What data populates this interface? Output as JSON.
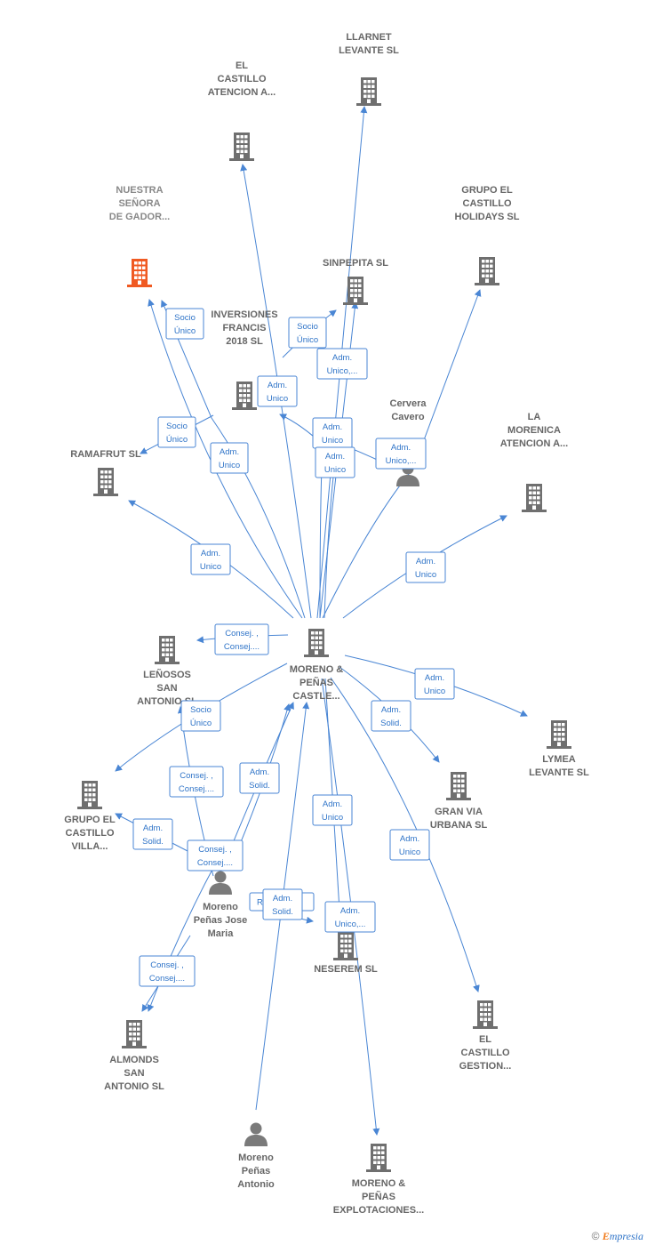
{
  "colors": {
    "building": "#6f6f6f",
    "building_highlight": "#f05a22",
    "person": "#7a7a7a",
    "edge": "#4a86d4",
    "tag_text": "#2f74c8"
  },
  "nodes": [
    {
      "id": "moreno_castle",
      "type": "company",
      "label": [
        "MORENO &",
        "PEÑAS",
        "CASTLE..."
      ]
    },
    {
      "id": "llarnet",
      "type": "company",
      "label": [
        "LLARNET",
        "LEVANTE  SL"
      ]
    },
    {
      "id": "el_castillo_atencion",
      "type": "company",
      "label": [
        "EL",
        "CASTILLO",
        "ATENCION A..."
      ]
    },
    {
      "id": "nuestra",
      "type": "company",
      "highlight": true,
      "label": [
        "NUESTRA",
        "SEÑORA",
        "DE GADOR..."
      ]
    },
    {
      "id": "grupo_holidays",
      "type": "company",
      "label": [
        "GRUPO EL",
        "CASTILLO",
        "HOLIDAYS  SL"
      ]
    },
    {
      "id": "sinpepita",
      "type": "company",
      "label": [
        "SINPEPITA  SL"
      ]
    },
    {
      "id": "inversiones",
      "type": "company",
      "label": [
        "INVERSIONES",
        "FRANCIS",
        "2018  SL"
      ]
    },
    {
      "id": "cervera",
      "type": "person",
      "label": [
        "Cervera",
        "Cavero"
      ]
    },
    {
      "id": "ramafrut",
      "type": "company",
      "label": [
        "RAMAFRUT SL"
      ]
    },
    {
      "id": "la_morenica",
      "type": "company",
      "label": [
        "LA",
        "MORENICA",
        "ATENCION A..."
      ]
    },
    {
      "id": "lenosos",
      "type": "company",
      "label": [
        "LEÑOSOS",
        "SAN",
        "ANTONIO  SL"
      ]
    },
    {
      "id": "lymea",
      "type": "company",
      "label": [
        "LYMEA",
        "LEVANTE  SL"
      ]
    },
    {
      "id": "grupo_villa",
      "type": "company",
      "label": [
        "GRUPO EL",
        "CASTILLO",
        "VILLA..."
      ]
    },
    {
      "id": "gran_via",
      "type": "company",
      "label": [
        "GRAN VIA",
        "URBANA  SL"
      ]
    },
    {
      "id": "moreno_jose",
      "type": "person",
      "label": [
        "Moreno",
        "Peñas Jose",
        "Maria"
      ]
    },
    {
      "id": "neserem",
      "type": "company",
      "label": [
        "NESEREM SL"
      ]
    },
    {
      "id": "almonds",
      "type": "company",
      "label": [
        "ALMONDS",
        "SAN",
        "ANTONIO  SL"
      ]
    },
    {
      "id": "el_castillo_gestion",
      "type": "company",
      "label": [
        "EL",
        "CASTILLO",
        "GESTION..."
      ]
    },
    {
      "id": "moreno_antonio",
      "type": "person",
      "label": [
        "Moreno",
        "Peñas",
        "Antonio"
      ]
    },
    {
      "id": "moreno_explotaciones",
      "type": "company",
      "label": [
        "MORENO &",
        "PEÑAS",
        "EXPLOTACIONES..."
      ]
    }
  ],
  "tags": [
    {
      "lines": [
        "Socio",
        "Único"
      ]
    },
    {
      "lines": [
        "Socio",
        "Único"
      ]
    },
    {
      "lines": [
        "Adm.",
        "Unico,..."
      ]
    },
    {
      "lines": [
        "Adm.",
        "Unico"
      ]
    },
    {
      "lines": [
        "Socio",
        "Único"
      ]
    },
    {
      "lines": [
        "Adm.",
        "Unico"
      ]
    },
    {
      "lines": [
        "Adm.",
        "Unico"
      ]
    },
    {
      "lines": [
        "Adm.",
        "Unico"
      ]
    },
    {
      "lines": [
        "Adm.",
        "Unico,..."
      ]
    },
    {
      "lines": [
        "Adm.",
        "Unico"
      ]
    },
    {
      "lines": [
        "Adm.",
        "Unico"
      ]
    },
    {
      "lines": [
        "Consej. ,",
        "Consej...."
      ]
    },
    {
      "lines": [
        "Adm.",
        "Unico"
      ]
    },
    {
      "lines": [
        "Socio",
        "Único"
      ]
    },
    {
      "lines": [
        "Adm.",
        "Solid."
      ]
    },
    {
      "lines": [
        "Consej. ,",
        "Consej...."
      ]
    },
    {
      "lines": [
        "Adm.",
        "Solid."
      ]
    },
    {
      "lines": [
        "Adm.",
        "Solid."
      ]
    },
    {
      "lines": [
        "Consej. ,",
        "Consej...."
      ]
    },
    {
      "lines": [
        "Adm.",
        "Unico"
      ]
    },
    {
      "lines": [
        "Adm.",
        "Unico"
      ]
    },
    {
      "lines": [
        "R"
      ]
    },
    {
      "lines": [
        "Adm.",
        "Solid."
      ]
    },
    {
      "lines": [
        "Adm.",
        "Unico,..."
      ]
    },
    {
      "lines": [
        "Consej. ,",
        "Consej...."
      ]
    }
  ],
  "footer": {
    "copyright": "©",
    "brand_initial": "E",
    "brand_rest": "mpresia"
  }
}
